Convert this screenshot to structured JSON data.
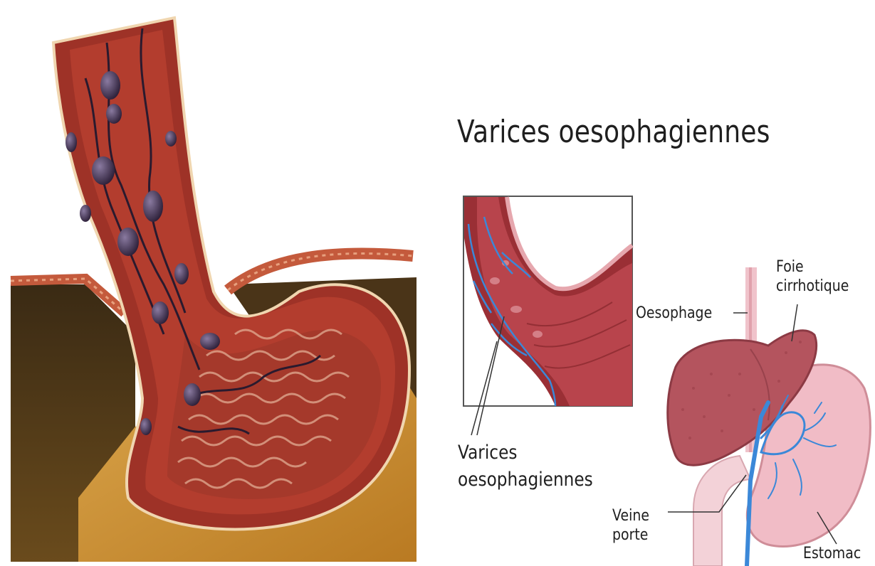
{
  "title": "Varices oesophagiennes",
  "labels": {
    "varices_line1": "Varices",
    "varices_line2": "oesophagiennes",
    "oesophage": "Oesophage",
    "foie_line1": "Foie",
    "foie_line2": "cirrhotique",
    "veine_line1": "Veine",
    "veine_line2": "porte",
    "estomac": "Estomac"
  },
  "colors": {
    "tissue": "#a8322a",
    "tissue_dark": "#6e1c16",
    "varix": "#3b2a4a",
    "vessel_blue": "#3b88d8",
    "liver": "#b4545e",
    "stomach": "#f1bcc6"
  }
}
